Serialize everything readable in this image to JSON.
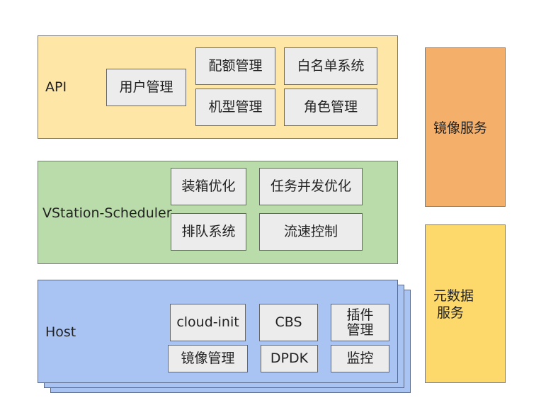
{
  "api": {
    "label": "API",
    "boxes": [
      "用户管理",
      "配额管理",
      "白名单系统",
      "机型管理",
      "角色管理"
    ]
  },
  "scheduler": {
    "label": "VStation-Scheduler",
    "boxes": [
      "装箱优化",
      "任务并发优化",
      "排队系统",
      "流速控制"
    ]
  },
  "host": {
    "label": "Host",
    "boxes": [
      "cloud-init",
      "CBS",
      "插件",
      "管理",
      "镜像管理",
      "DPDK",
      "监控"
    ]
  },
  "side": {
    "image_service": "镜像服务",
    "metadata_line1": "元数据",
    "metadata_line2": "服务"
  }
}
